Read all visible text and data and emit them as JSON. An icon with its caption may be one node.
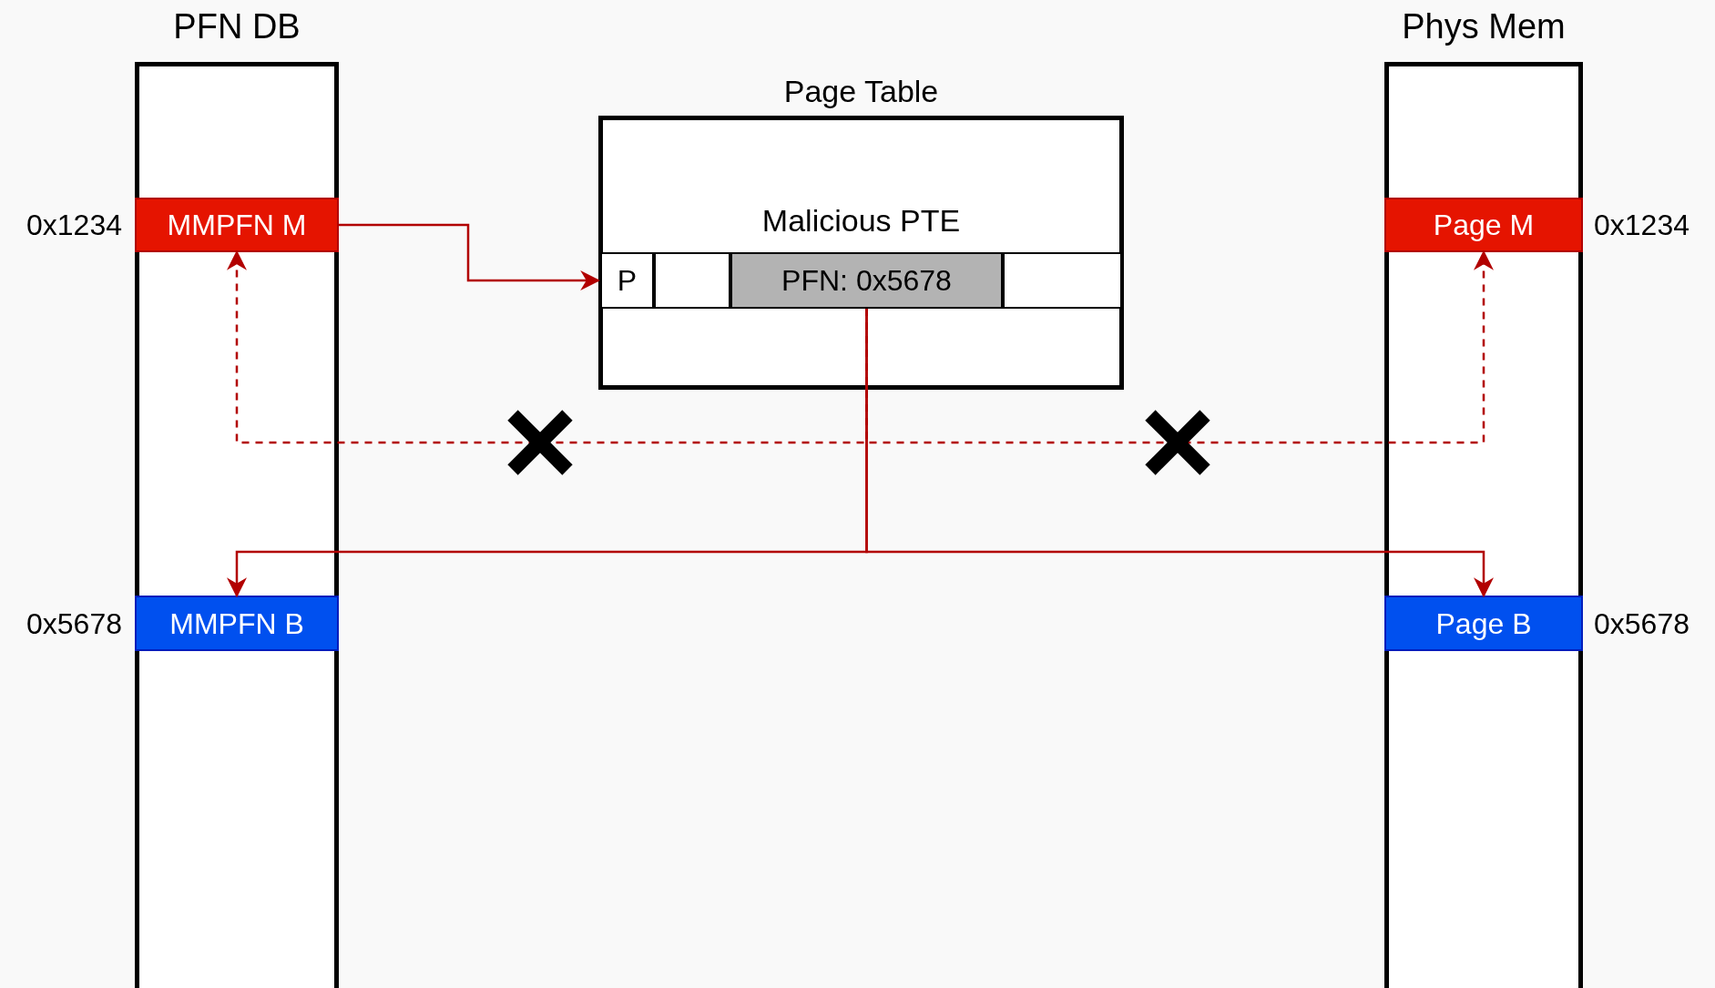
{
  "diagram": {
    "nodes": [
      {
        "text": [
          "PFN DB"
        ]
      },
      {
        "text": [
          "MMPFN M"
        ],
        "in": 0,
        "beside": [
          "0x1234"
        ]
      },
      {
        "text": [
          "MMPFN B"
        ],
        "in": 0,
        "beside": [
          "0x5678"
        ]
      },
      {
        "text": [
          "Page Table"
        ]
      },
      {
        "text": [
          "Malicious PTE"
        ],
        "in": 3
      },
      {
        "text": [
          "P"
        ],
        "in": 4
      },
      {
        "text": [],
        "shape": "box",
        "in": 4
      },
      {
        "text": [
          "PFN: 0x5678"
        ],
        "in": 4
      },
      {
        "text": [],
        "shape": "box",
        "in": 4
      },
      {
        "text": [
          "Phys Mem"
        ]
      },
      {
        "text": [
          "Page M"
        ],
        "in": 9,
        "beside": [
          "0x1234"
        ]
      },
      {
        "text": [
          "Page B"
        ],
        "in": 9,
        "beside": [
          "0x5678"
        ]
      }
    ],
    "edges": [
      {
        "from": 1,
        "to": 4,
        "arrow": "to"
      },
      {
        "from": 7,
        "to": 2,
        "arrow": "to"
      },
      {
        "from": 7,
        "to": 11,
        "arrow": "to"
      },
      {
        "from": 7,
        "to": 1,
        "arrow": "to",
        "style": "dashed"
      },
      {
        "from": 7,
        "to": 10,
        "arrow": "to",
        "style": "dashed"
      }
    ]
  }
}
